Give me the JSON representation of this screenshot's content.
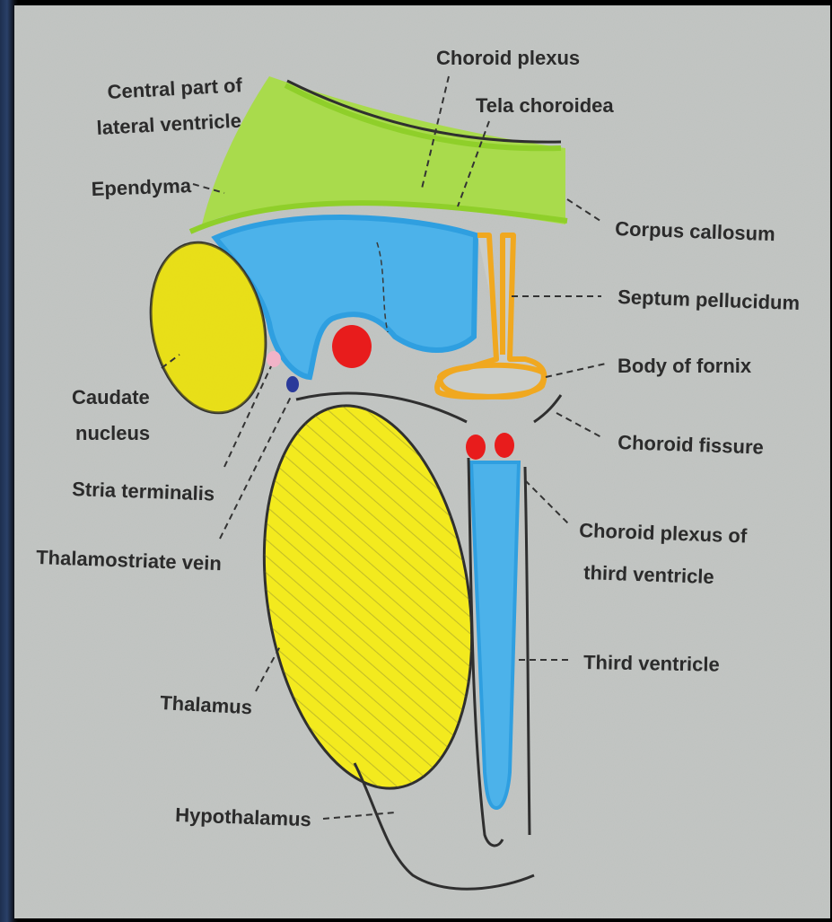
{
  "labels": {
    "central_part_line1": "Central part of",
    "central_part_line2": "lateral ventricle",
    "ependyma": "Ependyma",
    "choroid_plexus": "Choroid plexus",
    "tela_choroidea": "Tela choroidea",
    "corpus_callosum": "Corpus callosum",
    "septum_pellucidum": "Septum pellucidum",
    "body_of_fornix": "Body of fornix",
    "choroid_fissure": "Choroid fissure",
    "choroid_plexus_third_line1": "Choroid plexus of",
    "choroid_plexus_third_line2": "third ventricle",
    "third_ventricle": "Third ventricle",
    "caudate_line1": "Caudate",
    "caudate_line2": "nucleus",
    "stria_terminalis": "Stria terminalis",
    "thalamostriate_vein": "Thalamostriate vein",
    "thalamus": "Thalamus",
    "hypothalamus": "Hypothalamus"
  },
  "colors": {
    "paper": "#c9ccc9",
    "corpus_callosum": "#a6d94a",
    "lateral_ventricle": "#3fa9e6",
    "nuclei": "#f2ea1c",
    "fornix": "#f0a820",
    "choroid_plexus": "#e81c1c",
    "vein": "#2a3a9a",
    "stria": "#f0b3c8"
  }
}
